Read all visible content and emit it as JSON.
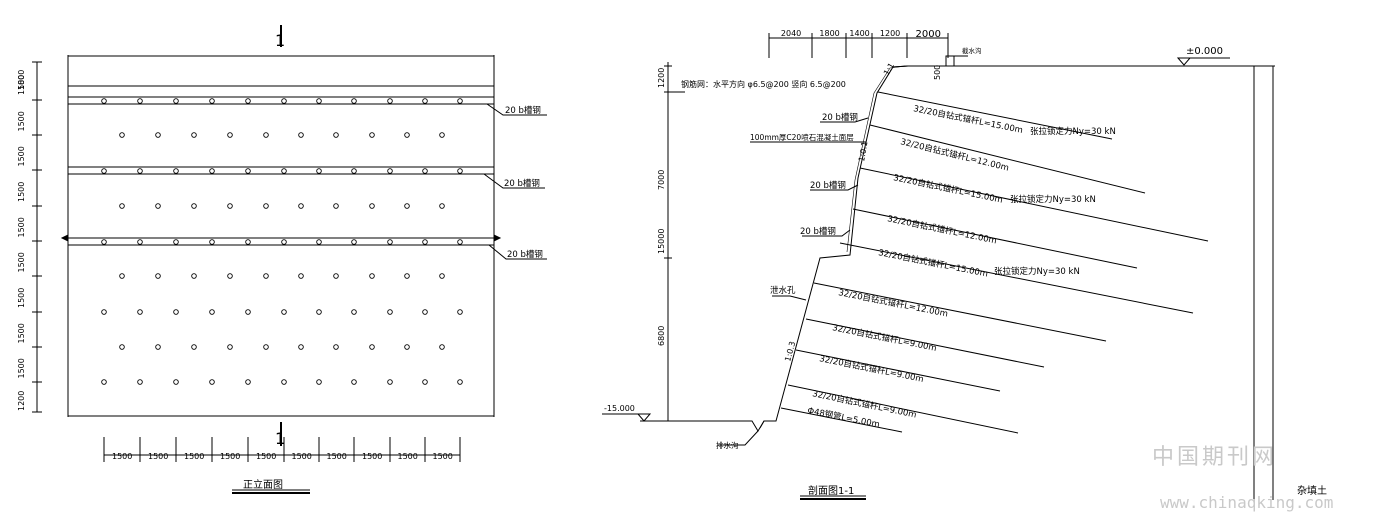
{
  "front_elevation": {
    "title": "正立面图",
    "section_marker": "1",
    "channel_label": "20 b槽钢",
    "left_dims": [
      "1800",
      "1500",
      "1500",
      "1500",
      "1500",
      "1500",
      "1500",
      "1500",
      "1500",
      "1500",
      "1200"
    ],
    "bottom_dims": [
      "1500",
      "1500",
      "1500",
      "1500",
      "1500",
      "1500",
      "1500",
      "1500",
      "1500",
      "1500"
    ]
  },
  "section": {
    "title": "剖面图1-1",
    "top_dims": [
      "2040",
      "1800",
      "1400",
      "1200",
      "2000"
    ],
    "elevation_top": "±0.000",
    "elevation_bottom": "-15.000",
    "vertical_dims": [
      "1200",
      "7000",
      "15000",
      "6800"
    ],
    "mesh_note": "钢筋网：水平方向 φ6.5@200  竖向 6.5@200",
    "shotcrete_note": "100mm厚C20喷石混凝土面层",
    "channel_label": "20 b槽钢",
    "drain_hole": "泄水孔",
    "drain_ditch": "排水沟",
    "cutoff_drain": "截水沟",
    "slope_ratio_1": "1:1",
    "slope_ratio_2": "1:0.1",
    "slope_ratio_3": "1:0.3",
    "berm_dim": "500",
    "backfill": "杂填土",
    "anchors": [
      "32/20自钻式锚杆L=15.00m",
      "32/20自钻式锚杆L=12.00m",
      "32/20自钻式锚杆L=15.00m",
      "32/20自钻式锚杆L=12.00m",
      "32/20自钻式锚杆L=15.00m",
      "32/20自钻式锚杆L=12.00m",
      "32/20自钻式锚杆L=9.00m",
      "32/20自钻式锚杆L=9.00m",
      "32/20自钻式锚杆L=9.00m",
      "Φ48钢管L=5.00m"
    ],
    "prestress_label": "张拉锁定力Ny=30 kN"
  },
  "watermark": {
    "cn": "中国期刊网",
    "url": "www.chinaqking.com"
  }
}
